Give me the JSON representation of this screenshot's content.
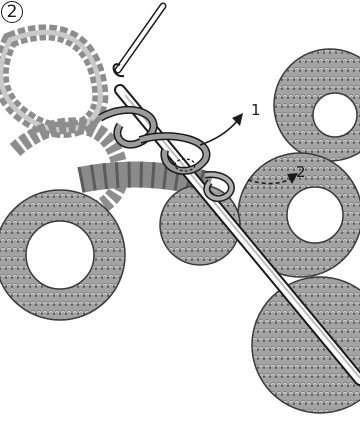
{
  "step": "2",
  "arrows": [
    {
      "label": "1"
    },
    {
      "label": "2"
    }
  ],
  "colors": {
    "yarn": "#9b9b9b",
    "yarn_dark": "#6f6f6f",
    "ink": "#1a1a1a",
    "background": "#ffffff"
  },
  "icons": {
    "hook": "crochet-hook-icon",
    "needle": "knitting-needle-icon"
  }
}
